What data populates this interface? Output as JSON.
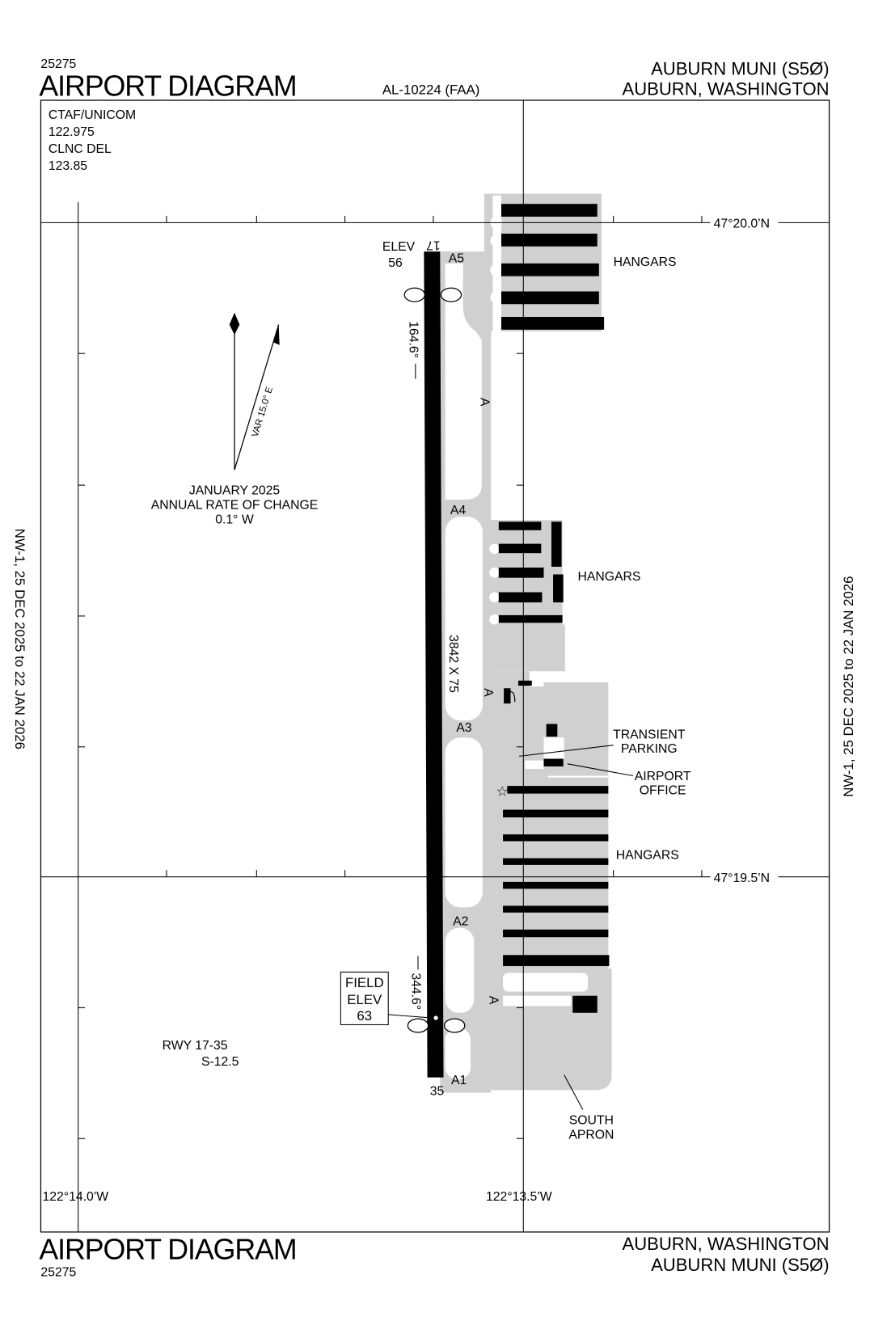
{
  "header": {
    "chart_number": "25275",
    "title": "AIRPORT DIAGRAM",
    "al_number": "AL-10224 (FAA)",
    "airport_name": "AUBURN MUNI (S5Ø)",
    "location": "AUBURN, WASHINGTON"
  },
  "footer": {
    "title": "AIRPORT DIAGRAM",
    "chart_number": "25275",
    "location": "AUBURN, WASHINGTON",
    "airport_name": "AUBURN MUNI (S5Ø)"
  },
  "side_labels": {
    "left": "NW-1,  25 DEC 2025  to  22 JAN 2026",
    "right": "NW-1,  25 DEC 2025  to  22 JAN 2026"
  },
  "frequencies": {
    "ctaf_label": "CTAF/UNICOM",
    "ctaf_freq": "122.975",
    "clnc_label": "CLNC DEL",
    "clnc_freq": "123.85"
  },
  "coordinates": {
    "lat_north": "47°20.0’N",
    "lat_south": "47°19.5’N",
    "lon_west": "122°14.0’W",
    "lon_east": "122°13.5’W"
  },
  "magnetic": {
    "variation": "VAR 15.0° E",
    "date": "JANUARY 2025",
    "rate_label": "ANNUAL RATE OF CHANGE",
    "rate": "0.1° W"
  },
  "runway": {
    "designator_north": "17",
    "designator_south": "35",
    "heading_north": "164.6°",
    "heading_south": "344.6°",
    "dimensions": "3842 X 75",
    "elev_label": "ELEV",
    "elev_north": "56",
    "info_name": "RWY 17-35",
    "info_slope": "S-12.5"
  },
  "field_elev": {
    "line1": "FIELD",
    "line2": "ELEV",
    "value": "63"
  },
  "taxiways": {
    "a1": "A1",
    "a2": "A2",
    "a3": "A3",
    "a4": "A4",
    "a5": "A5",
    "a": "A"
  },
  "labels": {
    "hangars": "HANGARS",
    "transient_1": "TRANSIENT",
    "transient_2": "PARKING",
    "office_1": "AIRPORT",
    "office_2": "OFFICE",
    "apron_1": "SOUTH",
    "apron_2": "APRON"
  },
  "colors": {
    "pavement": "#d0d0d0",
    "runway": "#000000",
    "buildings": "#000000"
  }
}
